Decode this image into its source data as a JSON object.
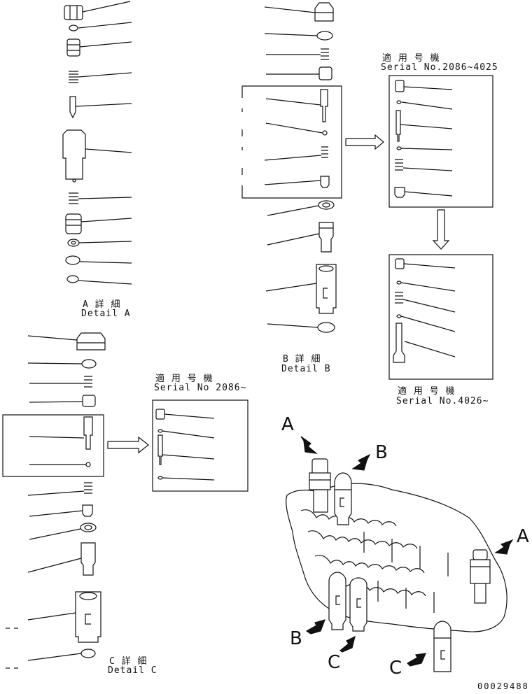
{
  "detail_a": {
    "jp": "A 詳 細",
    "en": "Detail A"
  },
  "detail_b": {
    "jp": "B 詳 細",
    "en": "Detail B"
  },
  "detail_c": {
    "jp": "C 詳 細",
    "en": "Detail C"
  },
  "serial_b_top": {
    "jp": "適 用 号 機",
    "serial": "Serial No.2086~4025"
  },
  "serial_b_bottom": {
    "jp": "適 用 号 機",
    "serial": "Serial No.4026~"
  },
  "serial_c": {
    "jp": "適 用 号 機",
    "serial": "Serial No 2086~"
  },
  "view_labels": {
    "a1": "A",
    "b1": "B",
    "a2": "A",
    "b2": "B",
    "c1": "C",
    "c2": "C"
  },
  "doc_number": "00029488",
  "colors": {
    "ink": "#111111",
    "paper": "#ffffff"
  }
}
